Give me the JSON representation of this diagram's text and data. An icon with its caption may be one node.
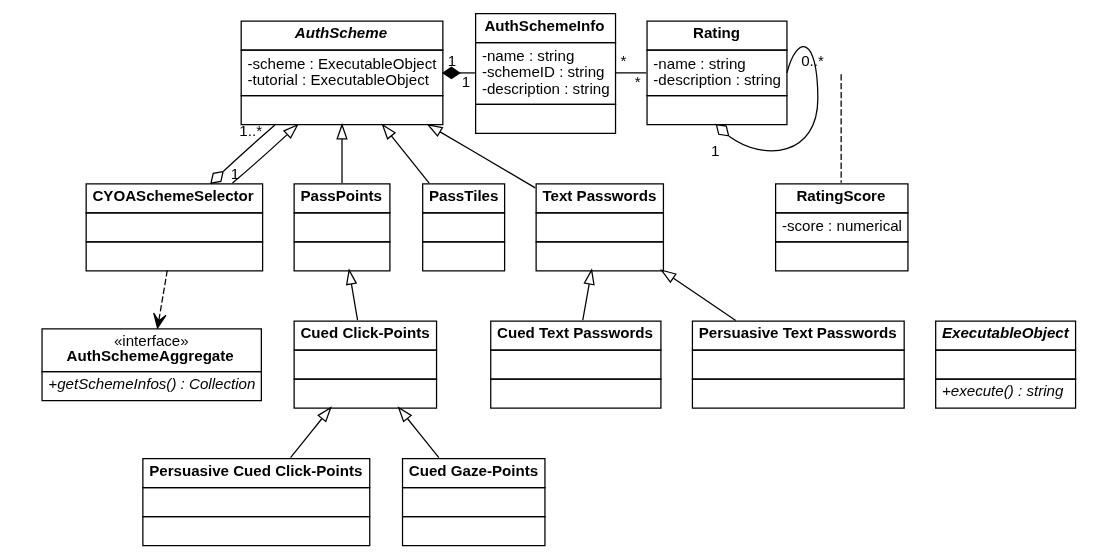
{
  "diagram": {
    "nodes": [
      {
        "text": [
          "AuthScheme",
          "-scheme : ExecutableObject",
          "-tutorial : ExecutableObject"
        ]
      },
      {
        "text": [
          "AuthSchemeInfo",
          "-name : string",
          "-schemeID : string",
          "-description : string"
        ]
      },
      {
        "text": [
          "Rating",
          "-name : string",
          "-description : string"
        ]
      },
      {
        "text": [
          "CYOASchemeSelector"
        ]
      },
      {
        "text": [
          "PassPoints"
        ]
      },
      {
        "text": [
          "PassTiles"
        ]
      },
      {
        "text": [
          "Text Passwords"
        ]
      },
      {
        "text": [
          "RatingScore",
          "-score : numerical"
        ]
      },
      {
        "text": [
          "«interface»",
          "AuthSchemeAggregate",
          "+getSchemeInfos() : Collection"
        ]
      },
      {
        "text": [
          "Cued Click-Points"
        ]
      },
      {
        "text": [
          "Cued Text Passwords"
        ]
      },
      {
        "text": [
          "Persuasive Text Passwords"
        ]
      },
      {
        "text": [
          "ExecutableObject",
          "+execute() : string"
        ]
      },
      {
        "text": [
          "Persuasive Cued Click-Points"
        ]
      },
      {
        "text": [
          "Cued Gaze-Points"
        ]
      }
    ],
    "edges": [
      {
        "from": 0,
        "to": 1,
        "arrow": "other"
      },
      {
        "from": 1,
        "to": 2,
        "arrow": "none"
      },
      {
        "from": 7,
        "to": null,
        "arrow": "none",
        "style": "dashed"
      },
      {
        "from": 2,
        "to": 2,
        "arrow": "other"
      },
      {
        "from": 3,
        "to": 0,
        "arrow": "other"
      },
      {
        "from": 3,
        "to": 0,
        "arrow": "to"
      },
      {
        "from": 4,
        "to": 0,
        "arrow": "to"
      },
      {
        "from": 5,
        "to": 0,
        "arrow": "to"
      },
      {
        "from": 6,
        "to": 0,
        "arrow": "to"
      },
      {
        "from": 3,
        "to": 8,
        "arrow": "to",
        "style": "dashed"
      },
      {
        "from": 9,
        "to": 4,
        "arrow": "to"
      },
      {
        "from": 10,
        "to": 6,
        "arrow": "to"
      },
      {
        "from": 11,
        "to": 6,
        "arrow": "to"
      },
      {
        "from": 13,
        "to": 9,
        "arrow": "to"
      },
      {
        "from": 14,
        "to": 9,
        "arrow": "to"
      }
    ],
    "labels": [
      "1",
      "1",
      "*",
      "*",
      "0..*",
      "1",
      "1",
      "1..*"
    ]
  }
}
